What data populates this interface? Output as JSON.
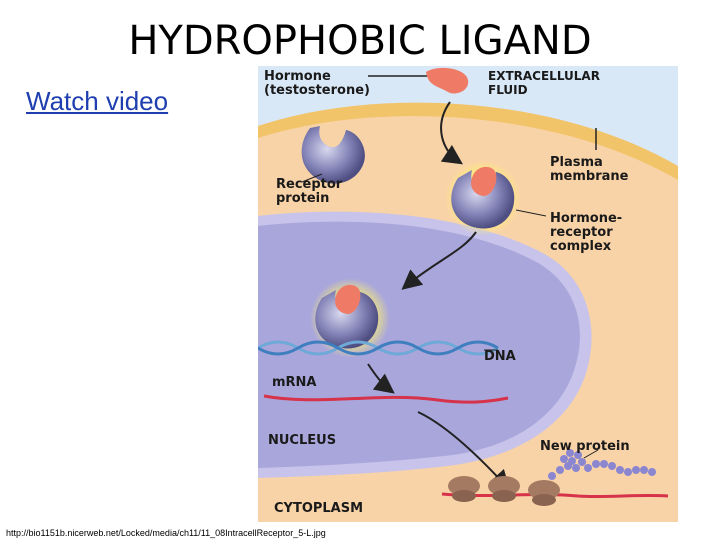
{
  "slide": {
    "title": "HYDROPHOBIC LIGAND",
    "link_text": "Watch video",
    "caption": "http://bio1151b.nicerweb.net/Locked/media/ch11/11_08IntracellReceptor_5-L.jpg"
  },
  "figure": {
    "labels": {
      "hormone_1": "Hormone",
      "hormone_2": "(testosterone)",
      "extracellular_1": "EXTRACELLULAR",
      "extracellular_2": "FLUID",
      "plasma_1": "Plasma",
      "plasma_2": "membrane",
      "receptor_1": "Receptor",
      "receptor_2": "protein",
      "complex_1": "Hormone-",
      "complex_2": "receptor",
      "complex_3": "complex",
      "dna": "DNA",
      "mrna": "mRNA",
      "nucleus": "NUCLEUS",
      "new_protein": "New protein",
      "cytoplasm": "CYTOPLASM"
    },
    "colors": {
      "extracellular": "#d9e8f7",
      "membrane": "#f2c46a",
      "cytoplasm": "#f9d3a8",
      "nucleus": "#a9a6dc",
      "nuclear_envelope": "#c8c3ea",
      "hormone": "#ef7b67",
      "receptor": "#6f6fa3",
      "glow": "#fff36b",
      "mrna": "#d6334a",
      "dna": "#6fa9d8",
      "protein": "#8a86cf",
      "ribosome": "#a47b62"
    }
  }
}
